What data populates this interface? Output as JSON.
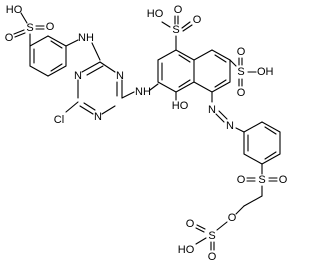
{
  "molecule": {
    "labels": {
      "so3h_top_left_ho": "HO",
      "so3h_top_left_s": "S",
      "so3h_top_left_o1": "O",
      "so3h_top_left_o2": "O",
      "nh_left": "NH",
      "n_tri_1": "N",
      "n_tri_2": "N",
      "n_tri_3": "N",
      "cl": "Cl",
      "nh_center": "NH",
      "so3h_top_ho": "HO",
      "so3h_top_s": "S",
      "so3h_top_o1": "O",
      "so3h_top_o2": "O",
      "so3h_right_s": "S",
      "so3h_right_oh": "OH",
      "so3h_right_o1": "O",
      "so3h_right_o2": "O",
      "ho_naph": "HO",
      "azo_n1": "N",
      "azo_n2": "N",
      "sulfonyl_s": "S",
      "sulfonyl_o1": "O",
      "sulfonyl_o2": "O",
      "ester_o": "O",
      "sulfate_s": "S",
      "sulfate_ho": "HO",
      "sulfate_o1": "O",
      "sulfate_o2": "O"
    }
  }
}
